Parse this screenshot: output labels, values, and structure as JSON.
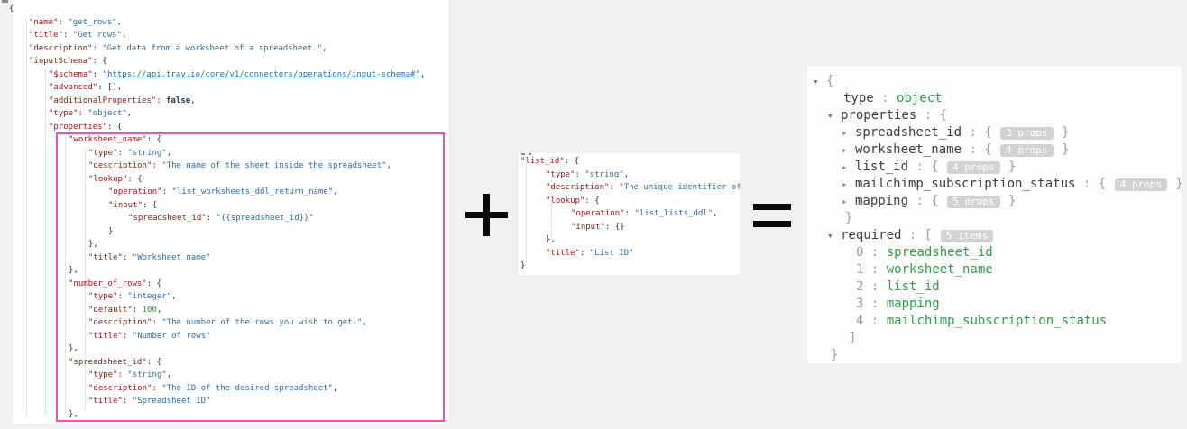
{
  "operators": {
    "plus": "+",
    "equals": "="
  },
  "left_code": {
    "description": "JSON schema of the get_rows operation",
    "lines": [
      {
        "ind": 0,
        "tokens": [
          [
            "p",
            "{"
          ]
        ]
      },
      {
        "ind": 1,
        "tokens": [
          [
            "k",
            "\"name\""
          ],
          [
            "p",
            ": "
          ],
          [
            "s",
            "\"get_rows\""
          ],
          [
            "p",
            ","
          ]
        ]
      },
      {
        "ind": 1,
        "tokens": [
          [
            "k",
            "\"title\""
          ],
          [
            "p",
            ": "
          ],
          [
            "s",
            "\"Get rows\""
          ],
          [
            "p",
            ","
          ]
        ]
      },
      {
        "ind": 1,
        "tokens": [
          [
            "k",
            "\"description\""
          ],
          [
            "p",
            ": "
          ],
          [
            "s",
            "\"Get data from a worksheet of a spreadsheet.\""
          ],
          [
            "p",
            ","
          ]
        ]
      },
      {
        "ind": 1,
        "tokens": [
          [
            "k",
            "\"inputSchema\""
          ],
          [
            "p",
            ": {"
          ]
        ]
      },
      {
        "ind": 2,
        "tokens": [
          [
            "k",
            "\"$schema\""
          ],
          [
            "p",
            ": "
          ],
          [
            "s",
            "\""
          ],
          [
            "u",
            "https://api.tray.io/core/v1/connectors/operations/input-schema#"
          ],
          [
            "s",
            "\""
          ],
          [
            "p",
            ","
          ]
        ]
      },
      {
        "ind": 2,
        "tokens": [
          [
            "k",
            "\"advanced\""
          ],
          [
            "p",
            ": [],"
          ]
        ]
      },
      {
        "ind": 2,
        "tokens": [
          [
            "k",
            "\"additionalProperties\""
          ],
          [
            "p",
            ": "
          ],
          [
            "b",
            "false"
          ],
          [
            "p",
            ","
          ]
        ]
      },
      {
        "ind": 2,
        "tokens": [
          [
            "k",
            "\"type\""
          ],
          [
            "p",
            ": "
          ],
          [
            "s",
            "\"object\""
          ],
          [
            "p",
            ","
          ]
        ]
      },
      {
        "ind": 2,
        "tokens": [
          [
            "k",
            "\"properties\""
          ],
          [
            "p",
            ": {"
          ]
        ]
      },
      {
        "ind": 3,
        "tokens": [
          [
            "k",
            "\"worksheet_name\""
          ],
          [
            "p",
            ": {"
          ]
        ]
      },
      {
        "ind": 4,
        "tokens": [
          [
            "k",
            "\"type\""
          ],
          [
            "p",
            ": "
          ],
          [
            "s",
            "\"string\""
          ],
          [
            "p",
            ","
          ]
        ]
      },
      {
        "ind": 4,
        "tokens": [
          [
            "k",
            "\"description\""
          ],
          [
            "p",
            ": "
          ],
          [
            "s",
            "\"The name of the sheet inside the spreadsheet\""
          ],
          [
            "p",
            ","
          ]
        ]
      },
      {
        "ind": 4,
        "tokens": [
          [
            "k",
            "\"lookup\""
          ],
          [
            "p",
            ": {"
          ]
        ]
      },
      {
        "ind": 5,
        "tokens": [
          [
            "k",
            "\"operation\""
          ],
          [
            "p",
            ": "
          ],
          [
            "s",
            "\"list_worksheets_ddl_return_name\""
          ],
          [
            "p",
            ","
          ]
        ]
      },
      {
        "ind": 5,
        "tokens": [
          [
            "k",
            "\"input\""
          ],
          [
            "p",
            ": {"
          ]
        ]
      },
      {
        "ind": 6,
        "tokens": [
          [
            "k",
            "\"spreadsheet_id\""
          ],
          [
            "p",
            ": "
          ],
          [
            "s",
            "\"{{spreadsheet_id}}\""
          ]
        ]
      },
      {
        "ind": 5,
        "tokens": [
          [
            "p",
            "}"
          ]
        ]
      },
      {
        "ind": 4,
        "tokens": [
          [
            "p",
            "},"
          ]
        ]
      },
      {
        "ind": 4,
        "tokens": [
          [
            "k",
            "\"title\""
          ],
          [
            "p",
            ": "
          ],
          [
            "s",
            "\"Worksheet name\""
          ]
        ]
      },
      {
        "ind": 3,
        "tokens": [
          [
            "p",
            "},"
          ]
        ]
      },
      {
        "ind": 3,
        "tokens": [
          [
            "k",
            "\"number_of_rows\""
          ],
          [
            "p",
            ": {"
          ]
        ]
      },
      {
        "ind": 4,
        "tokens": [
          [
            "k",
            "\"type\""
          ],
          [
            "p",
            ": "
          ],
          [
            "s",
            "\"integer\""
          ],
          [
            "p",
            ","
          ]
        ]
      },
      {
        "ind": 4,
        "tokens": [
          [
            "k",
            "\"default\""
          ],
          [
            "p",
            ": "
          ],
          [
            "n",
            "100"
          ],
          [
            "p",
            ","
          ]
        ]
      },
      {
        "ind": 4,
        "tokens": [
          [
            "k",
            "\"description\""
          ],
          [
            "p",
            ": "
          ],
          [
            "s",
            "\"The number of the rows you wish to get.\""
          ],
          [
            "p",
            ","
          ]
        ]
      },
      {
        "ind": 4,
        "tokens": [
          [
            "k",
            "\"title\""
          ],
          [
            "p",
            ": "
          ],
          [
            "s",
            "\"Number of rows\""
          ]
        ]
      },
      {
        "ind": 3,
        "tokens": [
          [
            "p",
            "},"
          ]
        ]
      },
      {
        "ind": 3,
        "tokens": [
          [
            "k",
            "\"spreadsheet_id\""
          ],
          [
            "p",
            ": {"
          ]
        ]
      },
      {
        "ind": 4,
        "tokens": [
          [
            "k",
            "\"type\""
          ],
          [
            "p",
            ": "
          ],
          [
            "s",
            "\"string\""
          ],
          [
            "p",
            ","
          ]
        ]
      },
      {
        "ind": 4,
        "tokens": [
          [
            "k",
            "\"description\""
          ],
          [
            "p",
            ": "
          ],
          [
            "s",
            "\"The ID of the desired spreadsheet\""
          ],
          [
            "p",
            ","
          ]
        ]
      },
      {
        "ind": 4,
        "tokens": [
          [
            "k",
            "\"title\""
          ],
          [
            "p",
            ": "
          ],
          [
            "s",
            "\"Spreadsheet ID\""
          ]
        ]
      },
      {
        "ind": 3,
        "tokens": [
          [
            "p",
            "},"
          ]
        ]
      }
    ]
  },
  "snippet_code": {
    "description": "list_id property snippet being added",
    "lines": [
      {
        "ind": 0,
        "tokens": [
          [
            "k",
            "\"list_id\""
          ],
          [
            "p",
            ": {"
          ]
        ]
      },
      {
        "ind": 1,
        "tokens": [
          [
            "k",
            "\"type\""
          ],
          [
            "p",
            ": "
          ],
          [
            "s",
            "\"string\""
          ],
          [
            "p",
            ","
          ]
        ]
      },
      {
        "ind": 1,
        "tokens": [
          [
            "k",
            "\"description\""
          ],
          [
            "p",
            ": "
          ],
          [
            "s",
            "\"The unique identifier of"
          ]
        ]
      },
      {
        "ind": 1,
        "tokens": [
          [
            "k",
            "\"lookup\""
          ],
          [
            "p",
            ": {"
          ]
        ]
      },
      {
        "ind": 2,
        "tokens": [
          [
            "k",
            "\"operation\""
          ],
          [
            "p",
            ": "
          ],
          [
            "s",
            "\"list_lists_ddl\""
          ],
          [
            "p",
            ","
          ]
        ]
      },
      {
        "ind": 2,
        "tokens": [
          [
            "k",
            "\"input\""
          ],
          [
            "p",
            ": {}"
          ]
        ]
      },
      {
        "ind": 1,
        "tokens": [
          [
            "p",
            "},"
          ]
        ]
      },
      {
        "ind": 1,
        "tokens": [
          [
            "k",
            "\"title\""
          ],
          [
            "p",
            ": "
          ],
          [
            "s",
            "\"List ID\""
          ]
        ]
      },
      {
        "ind": 0,
        "tokens": [
          [
            "p",
            "}"
          ]
        ]
      }
    ]
  },
  "result_tree": {
    "description": "Resulting merged schema shown in a collapsible JSON viewer",
    "lines": [
      {
        "pad": 6,
        "marker": "down",
        "tokens": [
          [
            "tp",
            "{"
          ]
        ]
      },
      {
        "pad": 40,
        "marker": null,
        "tokens": [
          [
            "tk",
            "type"
          ],
          [
            "tp",
            " : "
          ],
          [
            "tg",
            "object"
          ]
        ]
      },
      {
        "pad": 22,
        "marker": "down",
        "tokens": [
          [
            "tk",
            "properties"
          ],
          [
            "tp",
            " : {"
          ]
        ]
      },
      {
        "pad": 38,
        "marker": "right",
        "tokens": [
          [
            "tk",
            "spreadsheet_id"
          ],
          [
            "tp",
            " : { "
          ],
          [
            "chip",
            "3 props"
          ],
          [
            "tp",
            " }"
          ]
        ]
      },
      {
        "pad": 38,
        "marker": "right",
        "tokens": [
          [
            "tk",
            "worksheet_name"
          ],
          [
            "tp",
            " : { "
          ],
          [
            "chip",
            "4 props"
          ],
          [
            "tp",
            " }"
          ]
        ]
      },
      {
        "pad": 38,
        "marker": "right",
        "tokens": [
          [
            "tk",
            "list_id"
          ],
          [
            "tp",
            " : { "
          ],
          [
            "chip",
            "4 props"
          ],
          [
            "tp",
            " }"
          ]
        ]
      },
      {
        "pad": 38,
        "marker": "right",
        "tokens": [
          [
            "tk",
            "mailchimp_subscription_status"
          ],
          [
            "tp",
            " : { "
          ],
          [
            "chip",
            "4 props"
          ],
          [
            "tp",
            " }"
          ]
        ]
      },
      {
        "pad": 38,
        "marker": "right",
        "tokens": [
          [
            "tk",
            "mapping"
          ],
          [
            "tp",
            " : { "
          ],
          [
            "chip",
            "5 props"
          ],
          [
            "tp",
            " }"
          ]
        ]
      },
      {
        "pad": 42,
        "marker": null,
        "tokens": [
          [
            "tp",
            "}"
          ]
        ]
      },
      {
        "pad": 22,
        "marker": "down",
        "tokens": [
          [
            "tk",
            "required"
          ],
          [
            "tp",
            " : [ "
          ],
          [
            "chip",
            "5 items"
          ]
        ]
      },
      {
        "pad": 54,
        "marker": null,
        "tokens": [
          [
            "tn",
            "0"
          ],
          [
            "tp",
            " : "
          ],
          [
            "tg",
            "spreadsheet_id"
          ]
        ]
      },
      {
        "pad": 54,
        "marker": null,
        "tokens": [
          [
            "tn",
            "1"
          ],
          [
            "tp",
            " : "
          ],
          [
            "tg",
            "worksheet_name"
          ]
        ]
      },
      {
        "pad": 54,
        "marker": null,
        "tokens": [
          [
            "tn",
            "2"
          ],
          [
            "tp",
            " : "
          ],
          [
            "tg",
            "list_id"
          ]
        ]
      },
      {
        "pad": 54,
        "marker": null,
        "tokens": [
          [
            "tn",
            "3"
          ],
          [
            "tp",
            " : "
          ],
          [
            "tg",
            "mapping"
          ]
        ]
      },
      {
        "pad": 54,
        "marker": null,
        "tokens": [
          [
            "tn",
            "4"
          ],
          [
            "tp",
            " : "
          ],
          [
            "tg",
            "mailchimp_subscription_status"
          ]
        ]
      },
      {
        "pad": 46,
        "marker": null,
        "tokens": [
          [
            "tp",
            "]"
          ]
        ]
      },
      {
        "pad": 26,
        "marker": null,
        "tokens": [
          [
            "tp",
            "}"
          ]
        ]
      }
    ]
  },
  "colors": {
    "page_bg": "#f1f1f2",
    "highlight_pink": "#ff4f9e",
    "key_red": "#a31515",
    "string_blue": "#2b6cb0",
    "bool_navy": "#1b2f9e",
    "number_green": "#2f8f46",
    "tree_green": "#2f9e44",
    "chip_gray": "#d2d2d2"
  }
}
